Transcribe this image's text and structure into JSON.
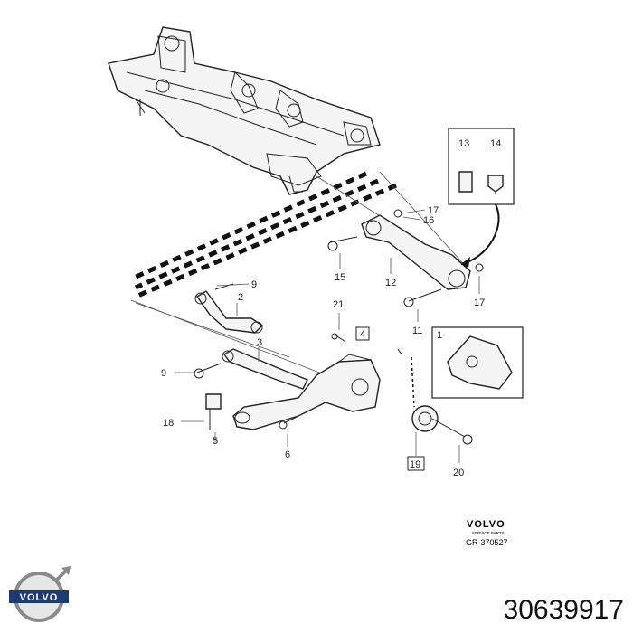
{
  "diagram": {
    "callouts": {
      "n1": "1",
      "n2": "2",
      "n3": "3",
      "n4": "4",
      "n5": "5",
      "n6": "6",
      "n9a": "9",
      "n9b": "9",
      "n11": "11",
      "n12": "12",
      "n13": "13",
      "n14": "14",
      "n15": "15",
      "n16": "16",
      "n17a": "17",
      "n17b": "17",
      "n18": "18",
      "n19": "19",
      "n20": "20",
      "n21": "21"
    },
    "brand_small": "VOLVO",
    "brand_tagline": "SERVICE PARTS",
    "figure_code": "GR-370527"
  },
  "footer": {
    "logo_text": "VOLVO",
    "part_number": "30639917"
  }
}
